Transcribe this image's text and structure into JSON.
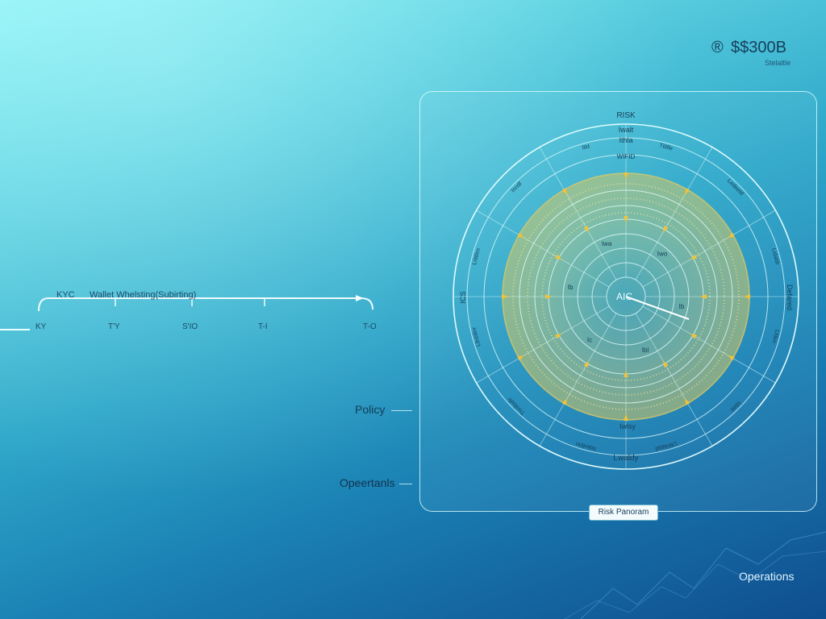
{
  "header": {
    "brand_mark": "®",
    "brand_value": "$$300B",
    "brand_subtitle": "Stelaltle"
  },
  "timeline": {
    "labels": [
      "KYC",
      "Wallet Whelsting(Subirting)"
    ],
    "ticks": [
      "KY",
      "T'Y",
      "S'IO",
      "T-I",
      "T-O"
    ]
  },
  "side_labels": {
    "policy": "Policy",
    "operations": "Opeertanls"
  },
  "radar": {
    "top_label": "RISK",
    "top_sub_1": "Iwalt",
    "top_sub_2": "Ithla",
    "ring_label_top": "WIFID",
    "center_label": "AIC",
    "bottom_label": "Lwaldy",
    "bottom_sub": "Iwlsy",
    "left_label": "ICS",
    "right_label": "Defared",
    "outer_labels": [
      "Ttlifle",
      "Ledeetd",
      "Lidaldr",
      "Lldeir",
      "Iitlrttl",
      "Lltlnlldatl",
      "Iidiinltnn",
      "Tnnlbtdlr",
      "Lllnhltnr",
      "Lnttlirn",
      "Inndl",
      "Itld"
    ],
    "inner_labels": [
      "Iwa",
      "Iwo",
      "Ib",
      "Ibl",
      "Ic",
      "Ib"
    ],
    "caption": "Risk Panoram",
    "colors": {
      "ring": "#e6ffff",
      "band": "#d9c96b",
      "arrow": "#f0c23a"
    }
  },
  "footer": {
    "operations": "Operations"
  }
}
